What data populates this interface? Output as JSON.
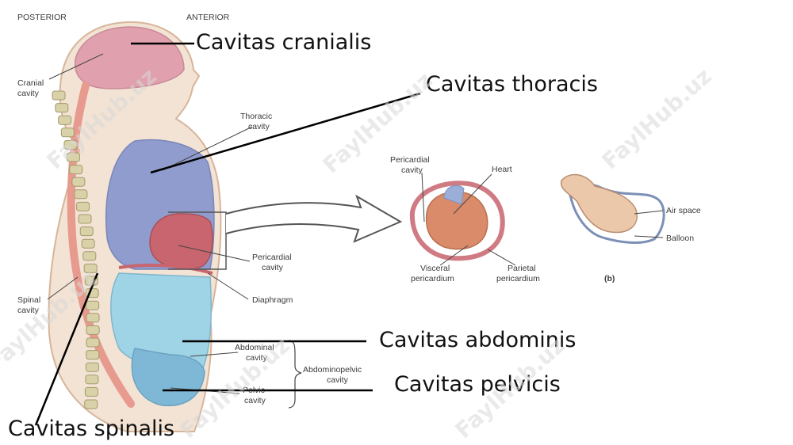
{
  "orientation": {
    "posterior": "POSTERIOR",
    "anterior": "ANTERIOR"
  },
  "labels": {
    "cranial_cavity": [
      "Cranial",
      "cavity"
    ],
    "thoracic_cavity": [
      "Thoracic",
      "cavity"
    ],
    "spinal_cavity": [
      "Spinal",
      "cavity"
    ],
    "pericardial_cavity": [
      "Pericardial",
      "cavity"
    ],
    "diaphragm": "Diaphragm",
    "abdominal_cavity": [
      "Abdominal",
      "cavity"
    ],
    "abdominopelvic_cavity": [
      "Abdominopelvic",
      "cavity"
    ],
    "pelvic_cavity": [
      "Pelvic",
      "cavity"
    ]
  },
  "inset": {
    "pericardial_cavity": [
      "Pericardial",
      "cavity"
    ],
    "heart": "Heart",
    "visceral_pericardium": [
      "Visceral",
      "pericardium"
    ],
    "parietal_pericardium": [
      "Parietal",
      "pericardium"
    ],
    "panel_letter": "(b)",
    "air_space": "Air space",
    "balloon": "Balloon"
  },
  "latin": {
    "cranialis": "Cavitas cranialis",
    "thoracis": "Cavitas thoracis",
    "abdominis": "Cavitas abdominis",
    "pelvicis": "Cavitas pelvicis",
    "spinalis": "Cavitas spinalis"
  },
  "watermark": "FaylHub.uz",
  "colors": {
    "cranial": "#e0a0ad",
    "thoracic": "#8f9ccd",
    "pericardial": "#c9656f",
    "abdominal": "#9fd3e6",
    "pelvic": "#7fb8d6",
    "spinal_cord": "#e79a8e",
    "body": "#f2e3d4",
    "vertebra": "#d9d2a8"
  }
}
